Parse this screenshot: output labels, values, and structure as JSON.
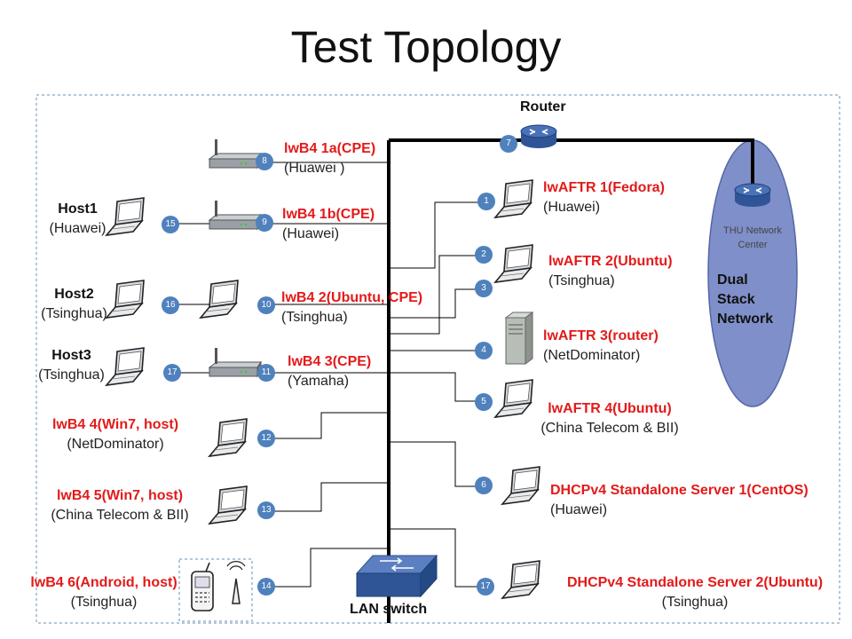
{
  "title": "Test Topology",
  "labels": {
    "router": "Router",
    "lan_switch": "LAN switch",
    "thu_center": [
      "THU Network",
      "Center"
    ],
    "dual_stack": [
      "Dual",
      "Stack",
      "Network"
    ]
  },
  "left_hosts": [
    {
      "name": "Host1",
      "org": "(Huawei)"
    },
    {
      "name": "Host2",
      "org": "(Tsinghua)"
    },
    {
      "name": "Host3",
      "org": "(Tsinghua)"
    }
  ],
  "left_devices": [
    {
      "name": "lwB4 1a(CPE)",
      "org": "(Huawei )"
    },
    {
      "name": "lwB4 1b(CPE)",
      "org": "(Huawei)"
    },
    {
      "name": "lwB4 2(Ubuntu, CPE)",
      "org": "(Tsinghua)"
    },
    {
      "name": "lwB4 3(CPE)",
      "org": "(Yamaha)"
    },
    {
      "name": "lwB4 4(Win7, host)",
      "org": "(NetDominator)"
    },
    {
      "name": "lwB4 5(Win7, host)",
      "org": "(China Telecom & BII)"
    },
    {
      "name": "lwB4 6(Android, host)",
      "org": "(Tsinghua)"
    }
  ],
  "right_devices": [
    {
      "name": "lwAFTR 1(Fedora)",
      "org": "(Huawei)"
    },
    {
      "name": "lwAFTR 2(Ubuntu)",
      "org": "(Tsinghua)"
    },
    {
      "name": "lwAFTR 3(router)",
      "org": "(NetDominator)"
    },
    {
      "name": "lwAFTR  4(Ubuntu)",
      "org": "(China Telecom & BII)"
    },
    {
      "name": "DHCPv4 Standalone Server 1(CentOS)",
      "org": "(Huawei)"
    },
    {
      "name": "DHCPv4 Standalone Server 2(Ubuntu)",
      "org": "(Tsinghua)"
    }
  ],
  "badges": [
    "7",
    "8",
    "9",
    "15",
    "16",
    "10",
    "17",
    "11",
    "12",
    "13",
    "14",
    "1",
    "2",
    "3",
    "4",
    "5",
    "6",
    "17"
  ],
  "colors": {
    "label_red": "#e31a1a",
    "badge_blue": "#4f81bd",
    "ellipse_fill": "#7f8fc9",
    "router_blue": "#2f5597",
    "frame_dash": "#6a8fb0"
  }
}
